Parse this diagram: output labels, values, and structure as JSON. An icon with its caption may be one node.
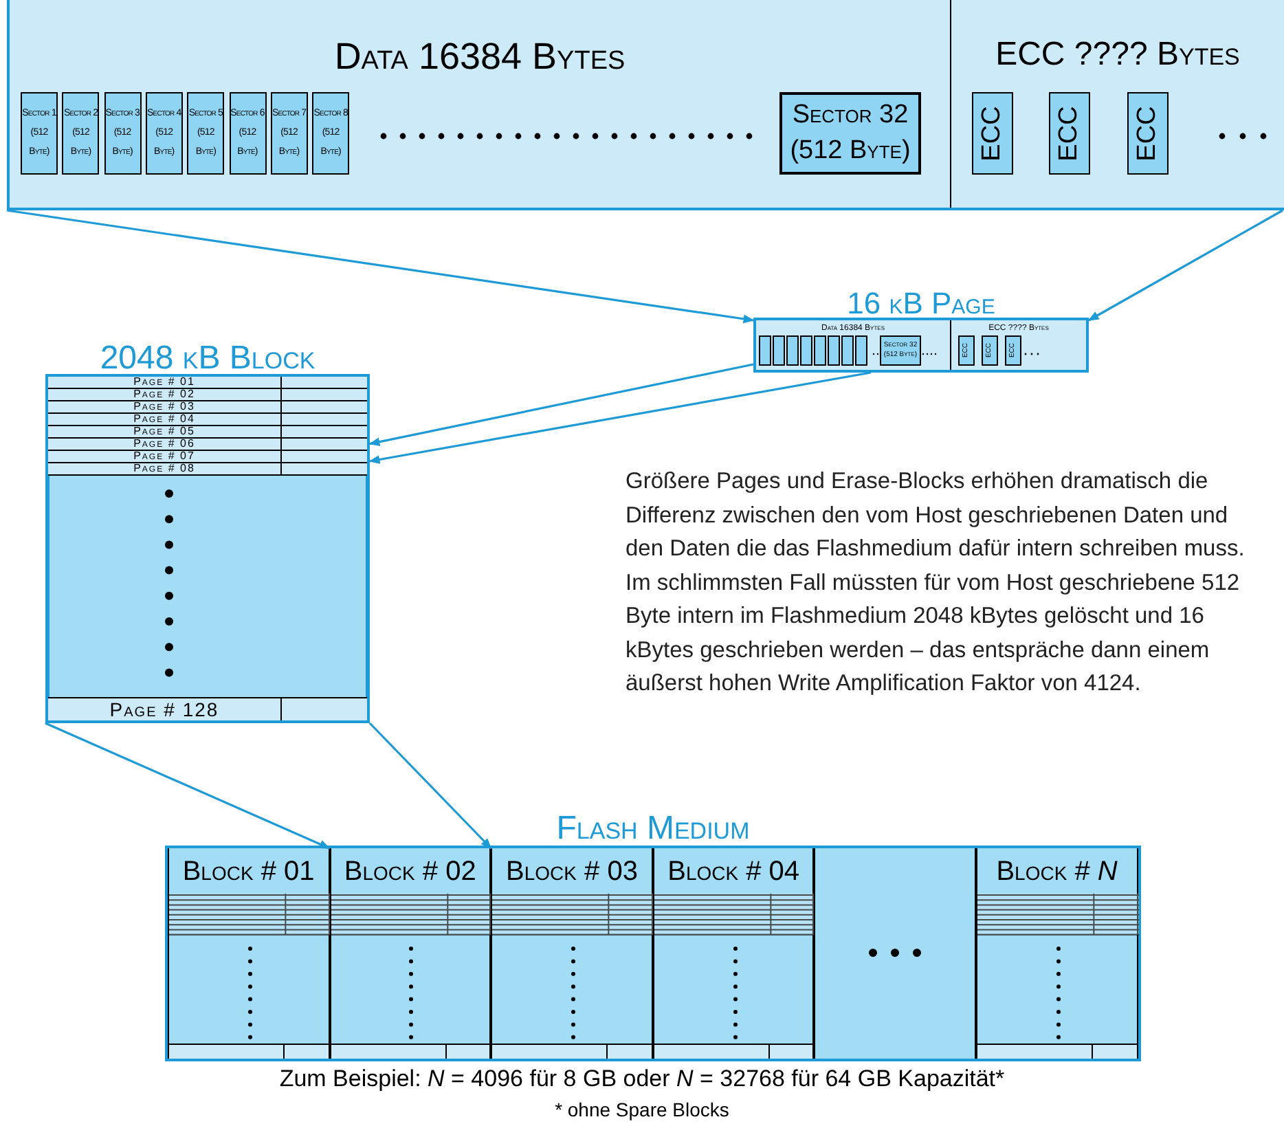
{
  "diagram": {
    "nodes": [
      {
        "text": [],
        "shape": "box"
      },
      {
        "text": [
          "Data 16384 Bytes"
        ],
        "in": 0
      },
      {
        "text": [
          "Sector 1 (512 Byte)"
        ],
        "in": 1
      },
      {
        "text": [
          "Sector 2 (512 Byte)"
        ],
        "in": 1
      },
      {
        "text": [
          "Sector 3 (512 Byte)"
        ],
        "in": 1
      },
      {
        "text": [
          "Sector 4 (512 Byte)"
        ],
        "in": 1
      },
      {
        "text": [
          "Sector 5 (512 Byte)"
        ],
        "in": 1
      },
      {
        "text": [
          "Sector 6 (512 Byte)"
        ],
        "in": 1
      },
      {
        "text": [
          "Sector 7 (512 Byte)"
        ],
        "in": 1
      },
      {
        "text": [
          "Sector 8 (512 Byte)"
        ],
        "in": 1
      },
      {
        "text": [
          "Sector 32 (512 Byte)"
        ],
        "in": 1
      },
      {
        "text": [
          "ECC ???? Bytes"
        ],
        "in": 0
      },
      {
        "text": [
          "ECC"
        ],
        "in": 11
      },
      {
        "text": [
          "ECC"
        ],
        "in": 11
      },
      {
        "text": [
          "ECC"
        ],
        "in": 11
      },
      {
        "text": [
          "16 kB Page"
        ]
      },
      {
        "text": [
          "Data 16384 Bytes"
        ],
        "in": 15
      },
      {
        "text": [
          "Sector 32 (512 Byte)"
        ],
        "in": 16
      },
      {
        "text": [
          "ECC ???? Bytes"
        ],
        "in": 15
      },
      {
        "text": [
          "ECC"
        ],
        "in": 18
      },
      {
        "text": [
          "ECC"
        ],
        "in": 18
      },
      {
        "text": [
          "ECC"
        ],
        "in": 18
      },
      {
        "text": [
          "2048 kB Block"
        ]
      },
      {
        "text": [
          "Page # 01"
        ],
        "in": 22
      },
      {
        "text": [
          "Page # 02"
        ],
        "in": 22
      },
      {
        "text": [
          "Page # 03"
        ],
        "in": 22
      },
      {
        "text": [
          "Page # 04"
        ],
        "in": 22
      },
      {
        "text": [
          "Page # 05"
        ],
        "in": 22
      },
      {
        "text": [
          "Page # 06"
        ],
        "in": 22
      },
      {
        "text": [
          "Page # 07"
        ],
        "in": 22
      },
      {
        "text": [
          "Page # 08"
        ],
        "in": 22
      },
      {
        "text": [
          "Page # 128"
        ],
        "in": 22
      },
      {
        "text": [
          "Flash Medium"
        ]
      },
      {
        "text": [
          "Block # 01"
        ],
        "in": 32
      },
      {
        "text": [
          "Block # 02"
        ],
        "in": 32
      },
      {
        "text": [
          "Block # 03"
        ],
        "in": 32
      },
      {
        "text": [
          "Block # 04"
        ],
        "in": 32
      },
      {
        "text": [],
        "shape": "box",
        "in": 32
      },
      {
        "text": [
          "Block # *N*"
        ],
        "in": 32
      },
      {
        "text": [],
        "shape": "box",
        "in": 16
      },
      {
        "text": [],
        "shape": "box",
        "in": 16
      },
      {
        "text": [],
        "shape": "box",
        "in": 16
      },
      {
        "text": [],
        "shape": "box",
        "in": 16
      },
      {
        "text": [],
        "shape": "box",
        "in": 16
      },
      {
        "text": [],
        "shape": "box",
        "in": 16
      },
      {
        "text": [],
        "shape": "box",
        "in": 16
      },
      {
        "text": [],
        "shape": "box",
        "in": 16
      }
    ],
    "edges": [
      {
        "from": 0,
        "to": 15,
        "arrow": "to"
      },
      {
        "from": 0,
        "to": 15,
        "arrow": "to"
      },
      {
        "from": 15,
        "to": 22,
        "arrow": "to"
      },
      {
        "from": 15,
        "to": 22,
        "arrow": "to"
      },
      {
        "from": 22,
        "to": 33,
        "arrow": "to"
      },
      {
        "from": 22,
        "to": 34,
        "arrow": "to"
      }
    ],
    "labels": [
      "Größere Pages und Erase-Blocks erhöhen dramatisch die Differenz zwischen den vom Host geschriebenen Daten und den Daten die das Flashmedium dafür intern schreiben muss. Im schlimmsten Fall müssten für vom Host geschriebene 512 Byte intern im Flashmedium 2048 kBytes gelöscht und 16 kBytes geschrieben werden – das entspräche dann einem äußerst hohen Write Amplification Faktor von 4124.",
      "Zum Beispiel: *N* = 4096 für 8 GB oder *N* = 32768 für 64 GB Kapazität*",
      "* ohne Spare Blocks"
    ]
  }
}
